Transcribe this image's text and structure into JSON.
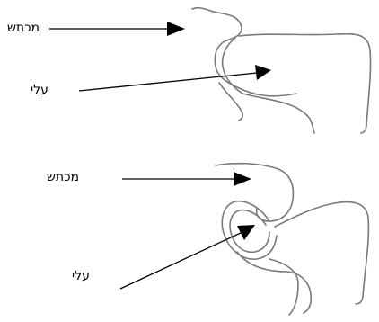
{
  "figure_top": {
    "label_upper": "מכתש",
    "label_lower": "עלי"
  },
  "figure_bottom": {
    "label_upper": "מכתש",
    "label_lower": "עלי"
  },
  "colors": {
    "outline": "#7a7a7a",
    "arrow": "#000000",
    "text": "#000000"
  }
}
